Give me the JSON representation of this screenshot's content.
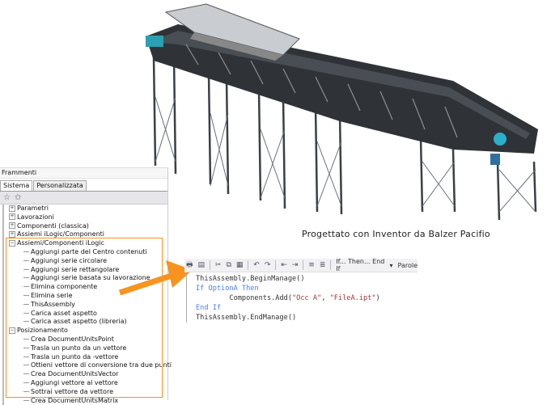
{
  "caption": "Progettato con Inventor da Balzer Pacifio",
  "panel": {
    "title": "Frammenti",
    "tabs": [
      "Sistema",
      "Personalizzata"
    ],
    "toolbar_icons": [
      "star-icon",
      "star-edit-icon"
    ],
    "tree": [
      {
        "label": "Parametri",
        "level": 0,
        "expanded": false
      },
      {
        "label": "Lavorazioni",
        "level": 0,
        "expanded": false
      },
      {
        "label": "Componenti (classica)",
        "level": 0,
        "expanded": false
      },
      {
        "label": "Assiemi iLogic/Componenti",
        "level": 0,
        "expanded": false
      },
      {
        "label": "Assiemi/Componenti iLogic",
        "level": 0,
        "expanded": true
      },
      {
        "label": "Aggiungi parte del Centro contenuti",
        "level": 1
      },
      {
        "label": "Aggiungi serie circolare",
        "level": 1
      },
      {
        "label": "Aggiungi serie rettangolare",
        "level": 1
      },
      {
        "label": "Aggiungi serie basata su lavorazione",
        "level": 1
      },
      {
        "label": "Elimina componente",
        "level": 1
      },
      {
        "label": "Elimina serie",
        "level": 1
      },
      {
        "label": "ThisAssembly",
        "level": 1
      },
      {
        "label": "Carica asset aspetto",
        "level": 1
      },
      {
        "label": "Carica asset aspetto (libreria)",
        "level": 1
      },
      {
        "label": "Posizionamento",
        "level": 0,
        "expanded": true
      },
      {
        "label": "Crea DocumentUnitsPoint",
        "level": 1
      },
      {
        "label": "Trasla un punto da un vettore",
        "level": 1
      },
      {
        "label": "Trasla un punto da -vettore",
        "level": 1
      },
      {
        "label": "Ottieni vettore di conversione tra due punti",
        "level": 1
      },
      {
        "label": "Crea DocumentUnitsVector",
        "level": 1
      },
      {
        "label": "Aggiungi vettore al vettore",
        "level": 1
      },
      {
        "label": "Sottrai vettore da vettore",
        "level": 1
      },
      {
        "label": "Crea DocumentUnitsMatrix",
        "level": 1
      }
    ]
  },
  "editor": {
    "toolbar": {
      "if_then": "If... Then... End If",
      "keywords": "Parole"
    },
    "code": {
      "l1": "ThisAssembly.BeginManage()",
      "l2_kw1": "If",
      "l2_var": " OptionA ",
      "l2_kw2": "Then",
      "l3_pre": "        Components.Add(",
      "l3_s1": "\"Occ A\"",
      "l3_mid": ", ",
      "l3_s2": "\"FileA.ipt\"",
      "l3_post": ")",
      "l4": "End If",
      "l5": "ThisAssembly.EndManage()"
    }
  },
  "colors": {
    "highlight": "#f7931e",
    "keyword": "#4a7ff0",
    "string": "#aa3333"
  }
}
